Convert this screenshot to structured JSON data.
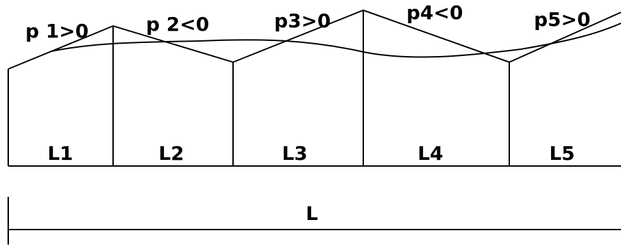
{
  "segments": [
    {
      "label": "L1",
      "slope_label": "p 1>0"
    },
    {
      "label": "L2",
      "slope_label": "p 2<0"
    },
    {
      "label": "L3",
      "slope_label": "p3>0"
    },
    {
      "label": "L4",
      "slope_label": "p4<0"
    },
    {
      "label": "L5",
      "slope_label": "p5>0"
    }
  ],
  "total_length_label": "L"
}
